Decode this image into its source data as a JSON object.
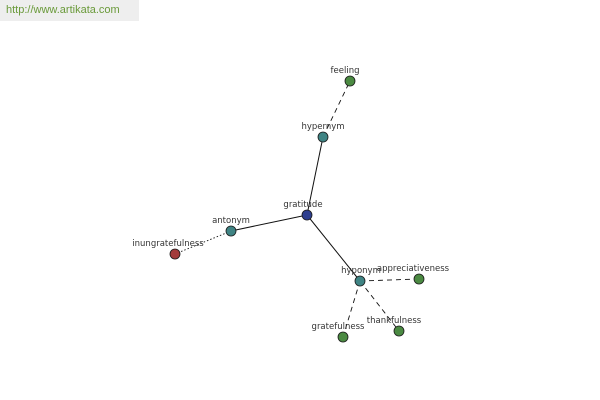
{
  "header": {
    "url": "http://www.artikata.com"
  },
  "graph": {
    "colors": {
      "center": "#2e3f8f",
      "relation": "#3f8484",
      "related_word": "#4b8a42",
      "antonym_word": "#a33b3b",
      "edge": "#111111"
    },
    "nodes": [
      {
        "id": "gratitude",
        "label": "gratitude",
        "kind": "center"
      },
      {
        "id": "hypernym",
        "label": "hypernym",
        "kind": "relation"
      },
      {
        "id": "feeling",
        "label": "feeling",
        "kind": "related_word"
      },
      {
        "id": "antonym",
        "label": "antonym",
        "kind": "relation"
      },
      {
        "id": "ingratefulness",
        "label": "inungratefulness",
        "kind": "antonym_word"
      },
      {
        "id": "hyponym",
        "label": "hyponym",
        "kind": "relation"
      },
      {
        "id": "appreciativeness",
        "label": "appreciativeness",
        "kind": "related_word"
      },
      {
        "id": "thankfulness",
        "label": "thankfulness",
        "kind": "related_word"
      },
      {
        "id": "gratefulness",
        "label": "gratefulness",
        "kind": "related_word"
      }
    ],
    "edges": [
      {
        "from": "gratitude",
        "to": "hypernym",
        "style": "solid"
      },
      {
        "from": "gratitude",
        "to": "antonym",
        "style": "solid"
      },
      {
        "from": "gratitude",
        "to": "hyponym",
        "style": "solid"
      },
      {
        "from": "hypernym",
        "to": "feeling",
        "style": "dashed"
      },
      {
        "from": "antonym",
        "to": "ingratefulness",
        "style": "dotted"
      },
      {
        "from": "hyponym",
        "to": "appreciativeness",
        "style": "dashed"
      },
      {
        "from": "hyponym",
        "to": "thankfulness",
        "style": "dashed"
      },
      {
        "from": "hyponym",
        "to": "gratefulness",
        "style": "dashed"
      }
    ]
  }
}
